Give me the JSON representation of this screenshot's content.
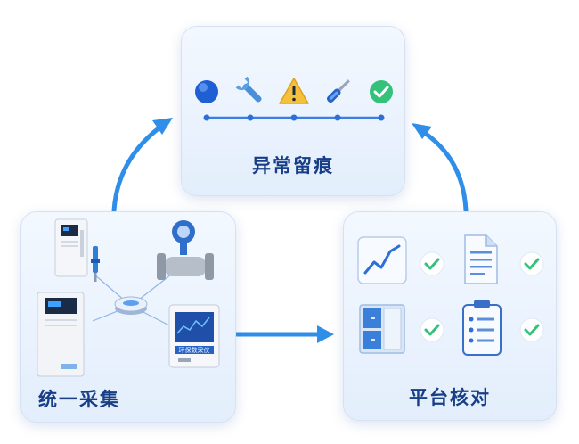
{
  "nodes": {
    "anomaly_trace": {
      "label": "异常留痕"
    },
    "unified_collection": {
      "label": "统一采集"
    },
    "platform_verification": {
      "label": "平台核对"
    }
  },
  "timeline_icons": [
    "dot-icon",
    "wrench-icon",
    "warning-icon",
    "screwdriver-icon",
    "check-icon"
  ],
  "collector_screen_label": "环保数采仪",
  "colors": {
    "title": "#173e86",
    "arrow": "#2f8ee8",
    "check": "#34c27a",
    "accent_blue": "#2c6fd6"
  }
}
